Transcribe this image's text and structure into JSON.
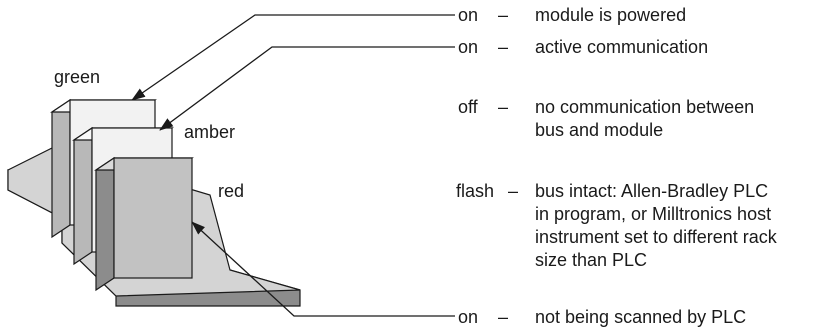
{
  "leds": {
    "green": "green",
    "amber": "amber",
    "red": "red"
  },
  "legend": [
    {
      "state": "on",
      "dash": "–",
      "lines": [
        "module is powered"
      ]
    },
    {
      "state": "on",
      "dash": "–",
      "lines": [
        "active communication"
      ]
    },
    {
      "state": "off",
      "dash": "–",
      "lines": [
        "no communication between",
        "bus and module"
      ]
    },
    {
      "state": "flash",
      "dash": "–",
      "lines": [
        "bus intact: Allen-Bradley PLC",
        "in program, or Milltronics host",
        "instrument set to different rack",
        "size than PLC"
      ]
    },
    {
      "state": "on",
      "dash": "–",
      "lines": [
        "not being scanned by PLC"
      ]
    }
  ],
  "colors": {
    "board_top": "#d4d4d4",
    "board_edge": "#8c8c8c",
    "led_light": "#f2f2f2",
    "led_red": "#c2c2c2",
    "line": "#1a1a1a"
  }
}
